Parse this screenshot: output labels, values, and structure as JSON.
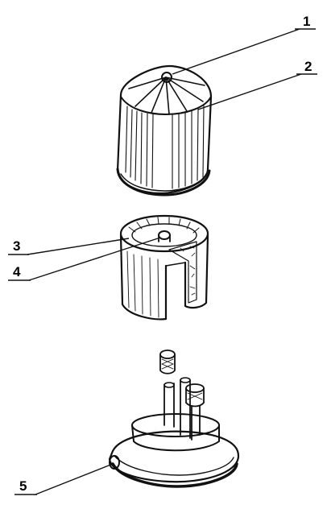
{
  "callouts": [
    {
      "id": "1",
      "label": "1"
    },
    {
      "id": "2",
      "label": "2"
    },
    {
      "id": "3",
      "label": "3"
    },
    {
      "id": "4",
      "label": "4"
    },
    {
      "id": "5",
      "label": "5"
    }
  ],
  "colors": {
    "ink": "#111111",
    "paper": "#ffffff"
  }
}
